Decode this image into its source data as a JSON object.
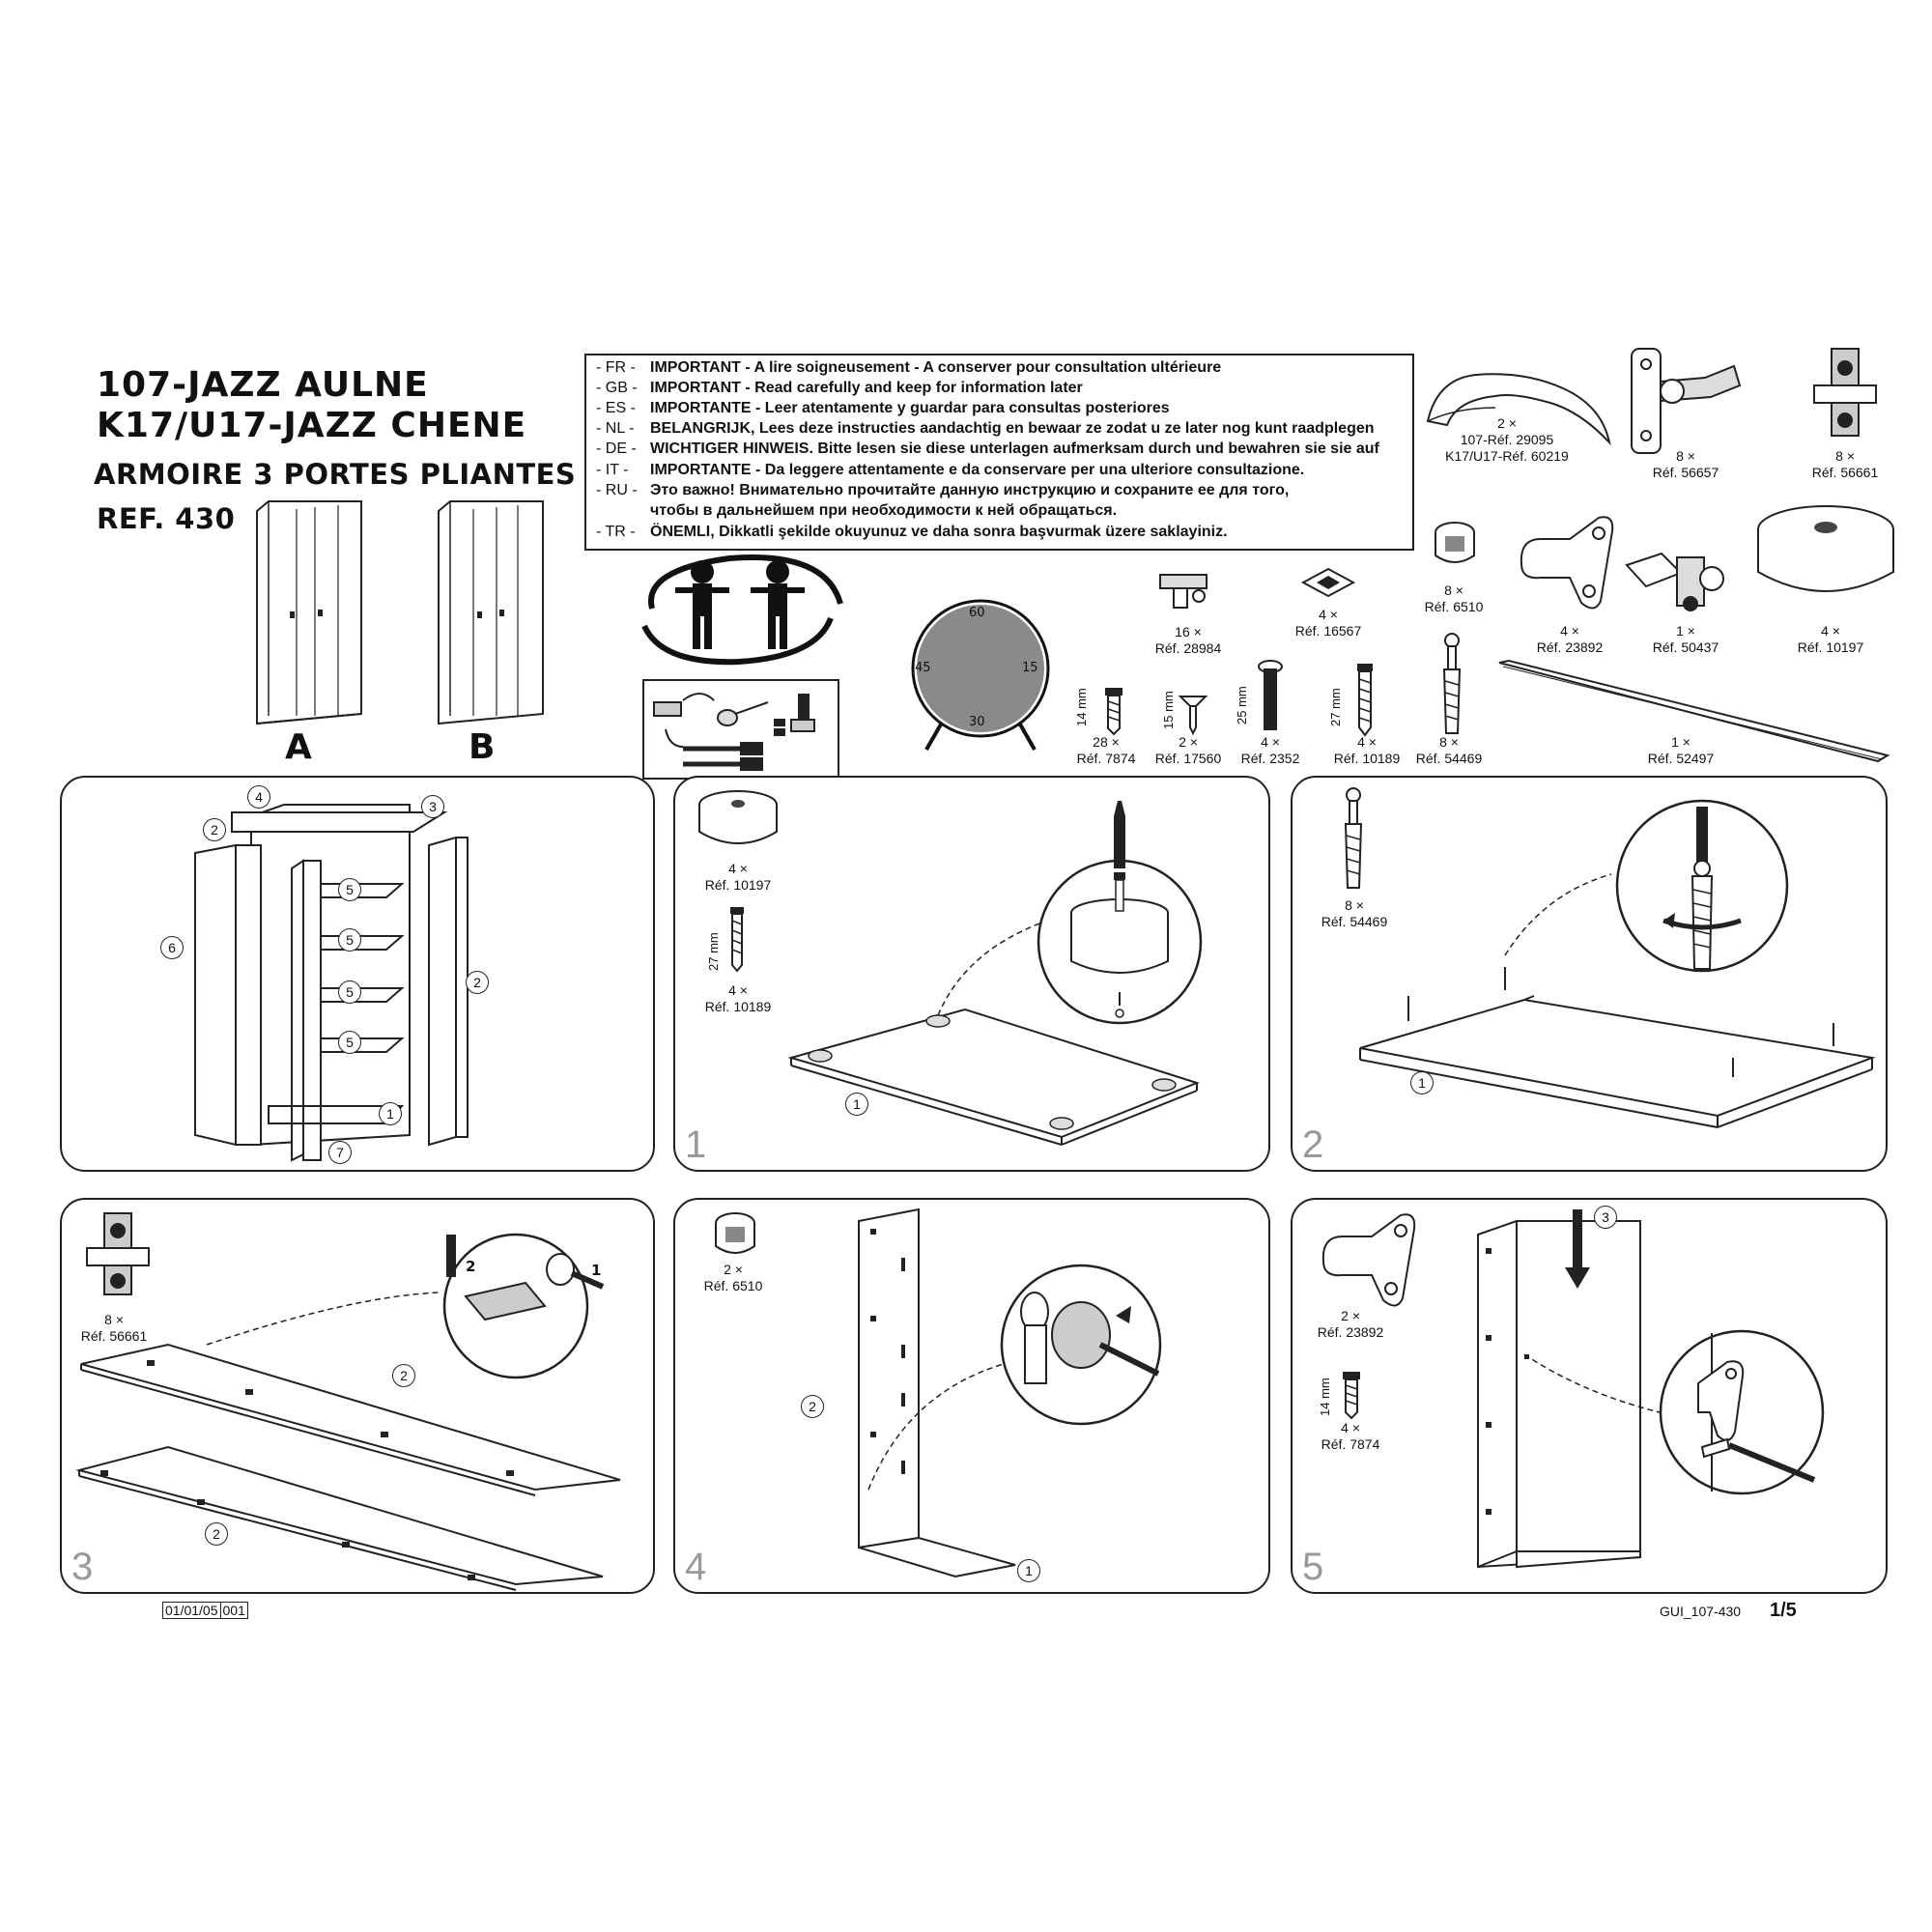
{
  "header": {
    "line1": "107-JAZZ AULNE",
    "line2": "K17/U17-JAZZ CHENE",
    "line3": "ARMOIRE 3 PORTES PLIANTES",
    "line4": "REF. 430",
    "variant_a": "A",
    "variant_b": "B"
  },
  "notice": [
    {
      "code": "- FR -",
      "text": "IMPORTANT - A lire soigneusement - A conserver pour consultation ultérieure"
    },
    {
      "code": "- GB -",
      "text": "IMPORTANT - Read carefully and keep for information later"
    },
    {
      "code": "- ES -",
      "text": "IMPORTANTE - Leer atentamente y guardar para consultas posteriores"
    },
    {
      "code": "- NL -",
      "text": "BELANGRIJK, Lees deze instructies aandachtig en bewaar ze zodat u ze later nog kunt raadplegen"
    },
    {
      "code": "- DE -",
      "text": "WICHTIGER HINWEIS. Bitte lesen sie diese unterlagen aufmerksam durch und bewahren sie sie auf"
    },
    {
      "code": "-  IT  -",
      "text": "IMPORTANTE - Da leggere attentamente e da conservare per una ulteriore consultazione."
    },
    {
      "code": "- RU -",
      "text": "Это важно! Внимательно прочитайте данную инструкцию и сохраните ее для того,"
    },
    {
      "code": "",
      "text": "чтобы в дальнейшем при необходимости к ней обращаться."
    },
    {
      "code": "- TR -",
      "text": "ÖNEMLI, Dikkatli şekilde okuyunuz ve daha sonra başvurmak üzere saklayiniz."
    }
  ],
  "clock": {
    "t60": "60",
    "t15": "15",
    "t30": "30",
    "t45": "45"
  },
  "parts_top": [
    {
      "qty": "2 ×",
      "ref": "107-Réf. 29095",
      "ref2": "K17/U17-Réf. 60219"
    },
    {
      "qty": "8 ×",
      "ref": "Réf. 56657"
    },
    {
      "qty": "8 ×",
      "ref": "Réf. 56661"
    },
    {
      "qty": "16 ×",
      "ref": "Réf. 28984"
    },
    {
      "qty": "4 ×",
      "ref": "Réf. 16567"
    },
    {
      "qty": "8 ×",
      "ref": "Réf. 6510"
    },
    {
      "qty": "4 ×",
      "ref": "Réf. 23892"
    },
    {
      "qty": "1 ×",
      "ref": "Réf. 50437"
    },
    {
      "qty": "4 ×",
      "ref": "Réf. 10197"
    }
  ],
  "parts_bottom": [
    {
      "qty": "28 ×",
      "ref": "Réf. 7874",
      "mm": "14 mm"
    },
    {
      "qty": "2 ×",
      "ref": "Réf. 17560",
      "mm": "15 mm"
    },
    {
      "qty": "4 ×",
      "ref": "Réf. 2352",
      "mm": "25 mm"
    },
    {
      "qty": "4 ×",
      "ref": "Réf. 10189",
      "mm": "27 mm"
    },
    {
      "qty": "8 ×",
      "ref": "Réf. 54469"
    },
    {
      "qty": "1 ×",
      "ref": "Réf. 52497"
    }
  ],
  "steps": {
    "s1": {
      "num": "1",
      "p1_qty": "4 ×",
      "p1_ref": "Réf. 10197",
      "p2_qty": "4 ×",
      "p2_ref": "Réf. 10189",
      "p2_mm": "27 mm"
    },
    "s2": {
      "num": "2",
      "p1_qty": "8 ×",
      "p1_ref": "Réf. 54469"
    },
    "s3": {
      "num": "3",
      "p1_qty": "8 ×",
      "p1_ref": "Réf. 56661"
    },
    "s4": {
      "num": "4",
      "p1_qty": "2 ×",
      "p1_ref": "Réf. 6510"
    },
    "s5": {
      "num": "5",
      "p1_qty": "2 ×",
      "p1_ref": "Réf. 23892",
      "p2_qty": "4 ×",
      "p2_ref": "Réf. 7874",
      "p2_mm": "14 mm"
    }
  },
  "callouts": {
    "c1": "1",
    "c2": "2",
    "c3": "3",
    "c4": "4",
    "c5": "5",
    "c6": "6",
    "c7": "7"
  },
  "footer": {
    "date": "01/01/05",
    "rev": "001",
    "doc": "GUI_107-430",
    "page": "1/5"
  }
}
